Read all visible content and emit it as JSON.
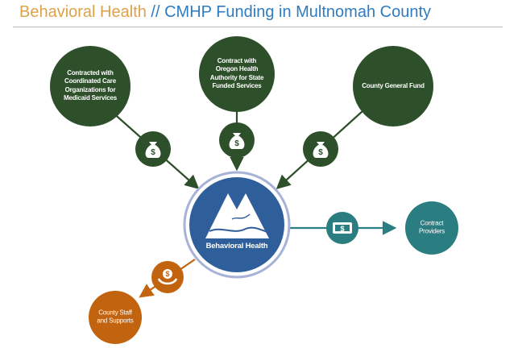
{
  "title": {
    "part1": "Behavioral Health",
    "separator": " // ",
    "part2": "CMHP Funding in Multnomah County"
  },
  "sources": [
    {
      "label": "Contracted with Coordinated Care Organizations for Medicaid Services"
    },
    {
      "label": "Contract with Oregon Health Authority for State Funded Services"
    },
    {
      "label": "County General Fund"
    }
  ],
  "center": {
    "label": "Behavioral Health"
  },
  "outputs": [
    {
      "label": "Contract Providers"
    },
    {
      "label": "County Staff and Supports"
    }
  ],
  "colors": {
    "green": "#2d4f2a",
    "blue": "#2f5f9b",
    "teal": "#2a7d80",
    "orange": "#c2630f"
  }
}
